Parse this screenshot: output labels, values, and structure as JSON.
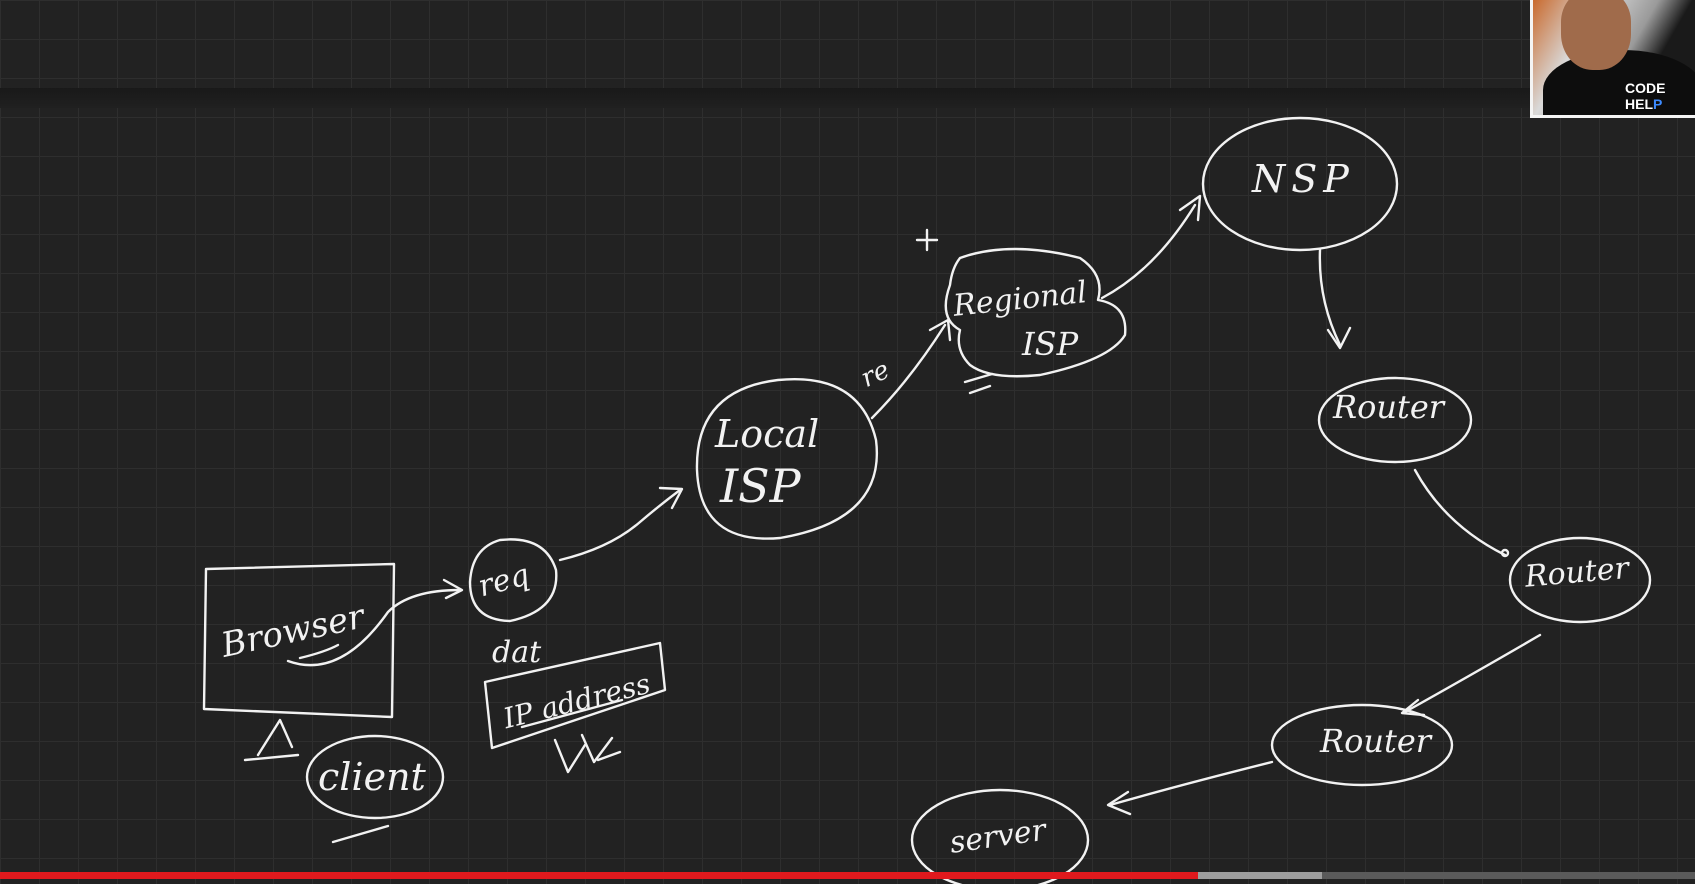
{
  "diagram": {
    "browser_label": "Browser",
    "client_label": "client",
    "req_label": "req",
    "dat_label": "dat",
    "ip_address_label": "IP address",
    "local_isp_line1": "Local",
    "local_isp_line2": "ISP",
    "req_edge_label": "re",
    "regional_isp_line1": "Regional",
    "regional_isp_line2": "ISP",
    "nsp_label": "NSP",
    "router1_label": "Router",
    "router2_label": "Router",
    "router3_label": "Router",
    "server_label": "server"
  },
  "webcam": {
    "brand_main": "CODE HEL",
    "brand_accent": "P"
  },
  "player": {
    "played_color": "#e0191d",
    "buffered_color": "#9e9e9e",
    "remaining_color": "#5a5a5a",
    "played_fraction": 0.707,
    "buffered_fraction": 0.78
  },
  "colors": {
    "ink": "#f2f2f2",
    "board": "#222222"
  }
}
